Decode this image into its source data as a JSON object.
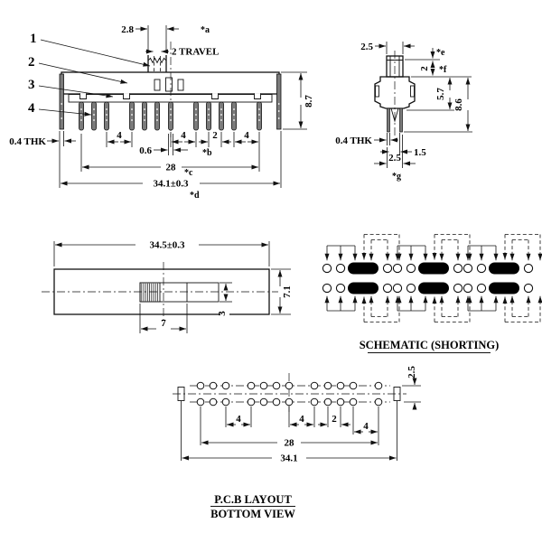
{
  "front_view": {
    "part_labels": [
      "1",
      "2",
      "3",
      "4"
    ],
    "dims": {
      "knob_width": "2.8",
      "note_a": "*a",
      "travel": "2 TRAVEL",
      "height": "8.7",
      "thickness": "0.4 THK",
      "pitch4": "4",
      "pin_width": "0.6",
      "pitch2": "2",
      "note_b": "*b",
      "span": "28",
      "note_c": "*c",
      "overall": "34.1±0.3",
      "note_d": "*d"
    }
  },
  "side_view": {
    "dims": {
      "knob_width": "2.5",
      "note_e": "*e",
      "knob_height": "2",
      "note_f": "*f",
      "body_height": "5.7",
      "overall_height": "8.6",
      "thickness": "0.4 THK",
      "pin_gap": "1.5",
      "pin_span": "2.5",
      "note_g": "*g"
    }
  },
  "top_view": {
    "dims": {
      "overall": "34.5±0.3",
      "body_width": "7.1",
      "slot_length": "7",
      "slot_width": "3"
    }
  },
  "schematic": {
    "title": "SCHEMATIC (SHORTING)"
  },
  "pcb_layout": {
    "dims": {
      "row_pitch": "2.5",
      "pitch4": "4",
      "pitch2": "2",
      "span": "28",
      "overall": "34.1"
    },
    "title": "P.C.B LAYOUT",
    "subtitle": "BOTTOM VIEW"
  }
}
